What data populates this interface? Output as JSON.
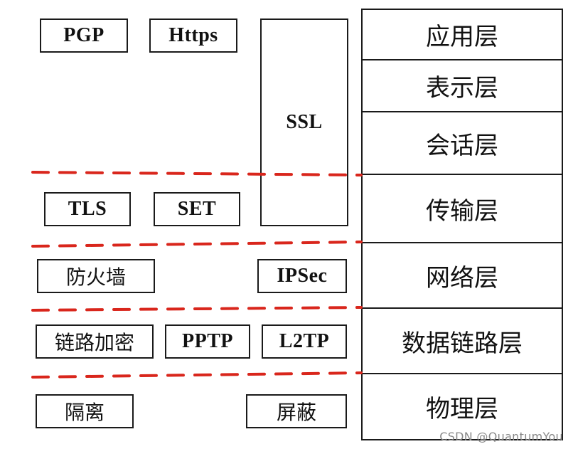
{
  "layers": [
    {
      "label": "应用层"
    },
    {
      "label": "表示层"
    },
    {
      "label": "会话层"
    },
    {
      "label": "传输层"
    },
    {
      "label": "网络层"
    },
    {
      "label": "数据链路层"
    },
    {
      "label": "物理层"
    }
  ],
  "protocols": {
    "pgp": "PGP",
    "https": "Https",
    "ssl": "SSL",
    "tls": "TLS",
    "set": "SET",
    "firewall": "防火墙",
    "ipsec": "IPSec",
    "link_encryption": "链路加密",
    "pptp": "PPTP",
    "l2tp": "L2TP",
    "isolation": "隔离",
    "shielding": "屏蔽"
  },
  "colors": {
    "divider": "#d9261c",
    "border": "#1a1a1a"
  },
  "watermark": "CSDN @QuantumYou"
}
